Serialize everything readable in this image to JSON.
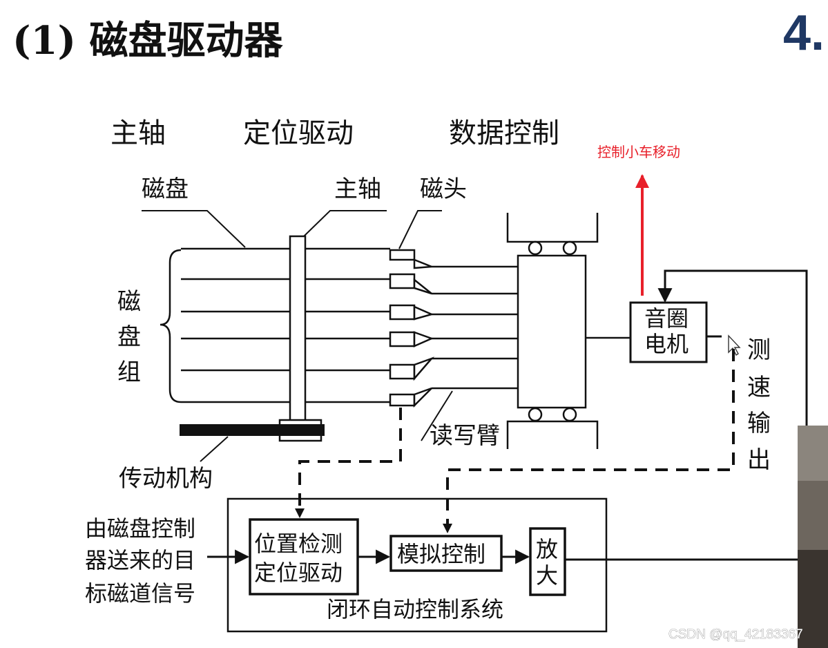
{
  "title": "(1) 磁盘驱动器",
  "slide_number_partial": "4.",
  "section_headers": [
    "主轴",
    "定位驱动",
    "数据控制"
  ],
  "annotation": "控制小车移动",
  "labels": {
    "disk": "磁盘",
    "spindle": "主轴",
    "head": "磁头",
    "disk_group": [
      "磁",
      "盘",
      "组"
    ],
    "drive_mechanism": "传动机构",
    "rw_arm": "读写臂",
    "voice_coil_motor": [
      "音圈",
      "电机"
    ],
    "speed_output": [
      "测",
      "速",
      "输",
      "出"
    ],
    "input_signal": [
      "由磁盘控制",
      "器送来的目",
      "标磁道信号"
    ],
    "position_detect": [
      "位置检测",
      "定位驱动"
    ],
    "analog_control": "模拟控制",
    "amplifier": [
      "放",
      "大"
    ],
    "closed_loop": "闭环自动控制系统"
  },
  "watermark": "CSDN @qq_42183367",
  "colors": {
    "accent_red": "#e8202a",
    "ink": "#111111",
    "title_blue": "#1f3864"
  }
}
